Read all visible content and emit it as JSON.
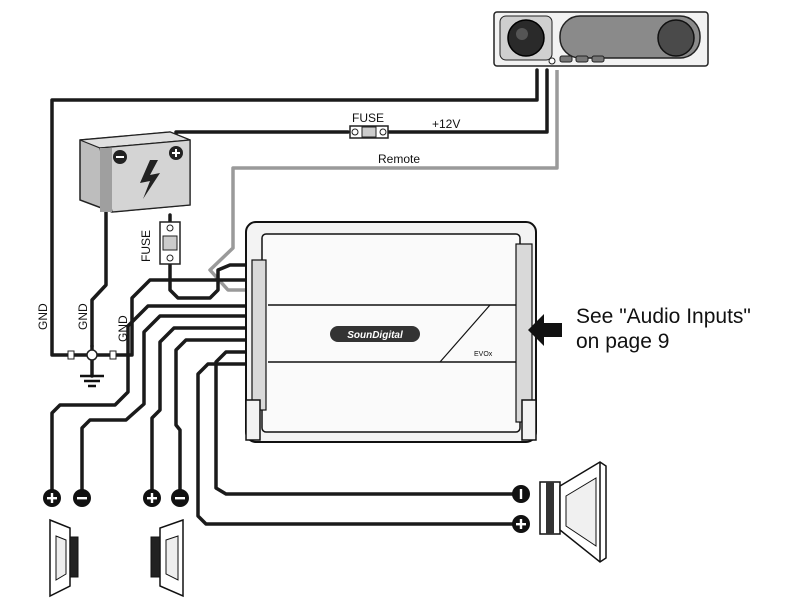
{
  "labels": {
    "fuse_top": "FUSE",
    "plus12v": "+12V",
    "remote": "Remote",
    "fuse_side": "FUSE",
    "gnd1": "GND",
    "gnd2": "GND",
    "gnd3": "GND"
  },
  "amplifier": {
    "brand": "SounDigital",
    "model": "EVOx"
  },
  "note": {
    "line1": "See \"Audio Inputs\"",
    "line2": "on page 9"
  },
  "colors": {
    "wire": "#1a1a1a",
    "remote_wire": "#9a9a9a",
    "component_fill": "#e6e6e6"
  }
}
